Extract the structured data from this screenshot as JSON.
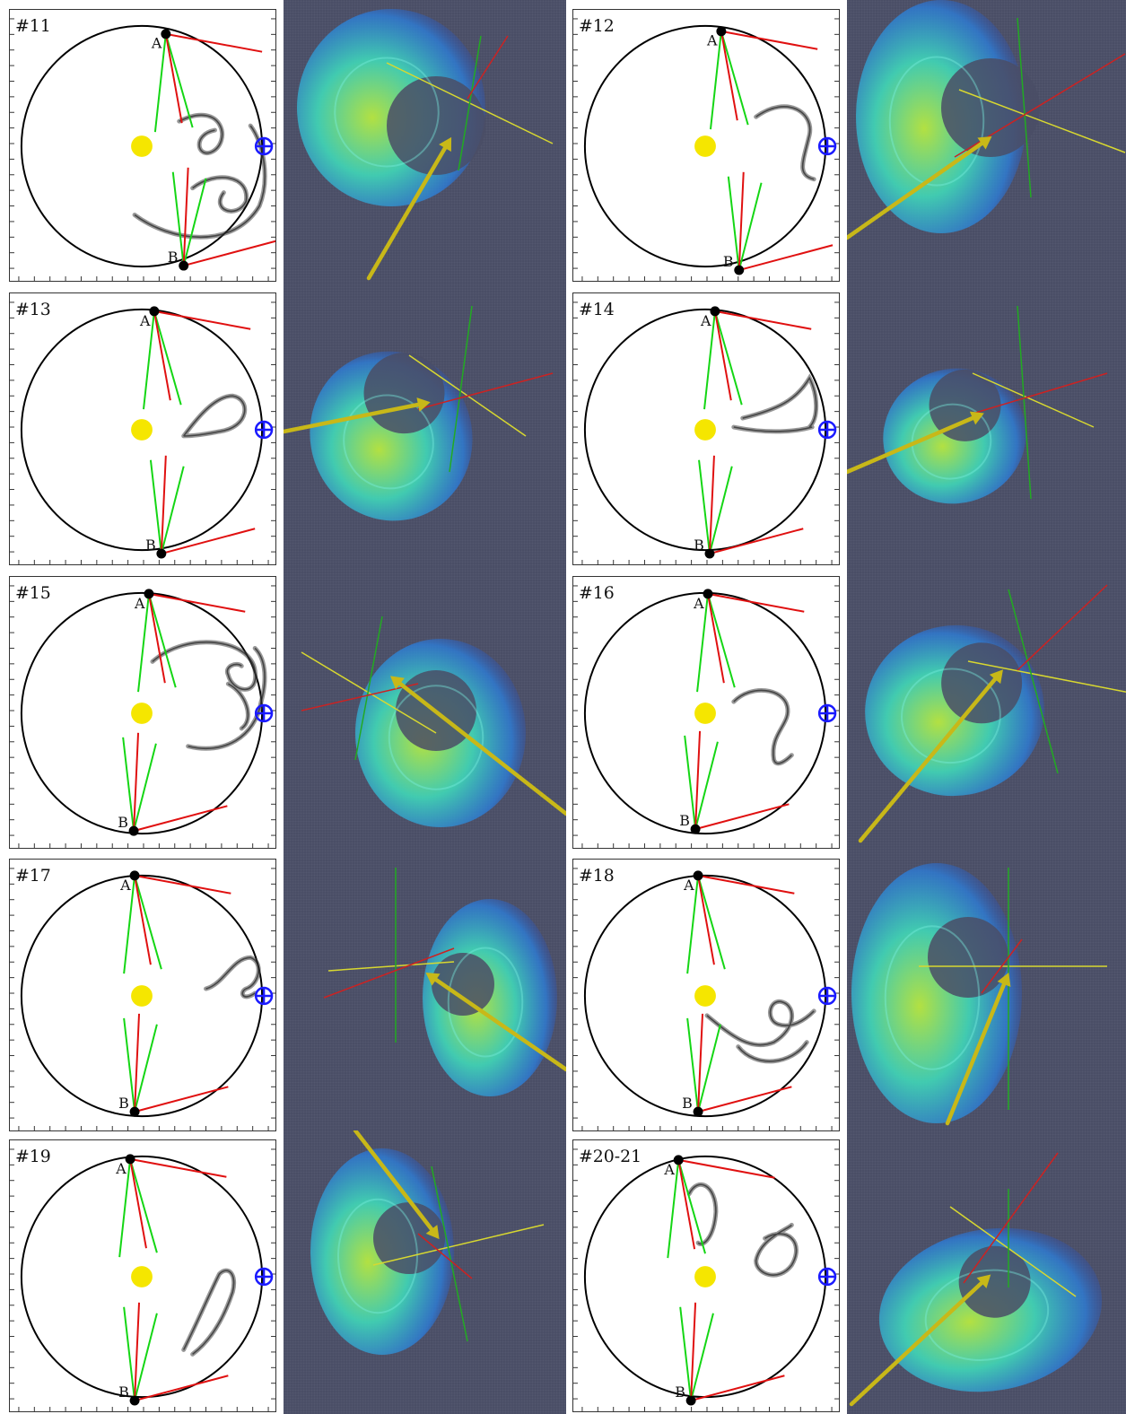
{
  "colors": {
    "orbit": "#000000",
    "sun": "#f5e600",
    "earth": "#1a1aff",
    "green_line": "#14d614",
    "red_line": "#e01010",
    "render_bg": "#4a4e66",
    "axis_red": "#cc2222",
    "axis_green": "#22aa22",
    "axis_yellow": "#d8d830",
    "arrow": "#c8b818"
  },
  "icons": {
    "earth": "earth-cross-circle-icon",
    "sun": "sun-disk-icon",
    "spacecraft": "spacecraft-dot-icon"
  },
  "panels": [
    {
      "label": "#11",
      "point_a": "A",
      "point_b": "B"
    },
    {
      "label": "#12",
      "point_a": "A",
      "point_b": "B"
    },
    {
      "label": "#13",
      "point_a": "A",
      "point_b": "B"
    },
    {
      "label": "#14",
      "point_a": "A",
      "point_b": "B"
    },
    {
      "label": "#15",
      "point_a": "A",
      "point_b": "B"
    },
    {
      "label": "#16",
      "point_a": "A",
      "point_b": "B"
    },
    {
      "label": "#17",
      "point_a": "A",
      "point_b": "B"
    },
    {
      "label": "#18",
      "point_a": "A",
      "point_b": "B"
    },
    {
      "label": "#19",
      "point_a": "A",
      "point_b": "B"
    },
    {
      "label": "#20-21",
      "point_a": "A",
      "point_b": "B"
    }
  ]
}
